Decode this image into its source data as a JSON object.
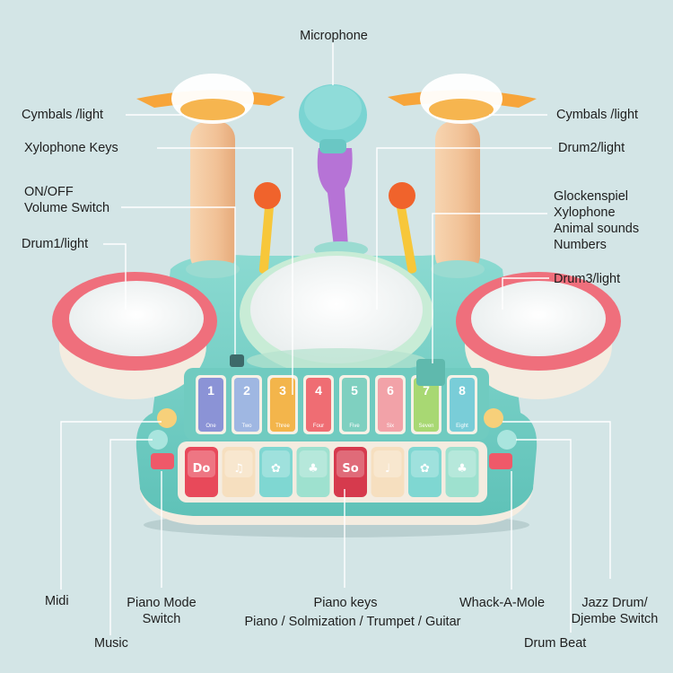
{
  "labels": {
    "microphone": "Microphone",
    "cymbals_left": "Cymbals /light",
    "cymbals_right": "Cymbals /light",
    "xylophone_keys": "Xylophone  Keys",
    "drum2": "Drum2/light",
    "on_off_1": "ON/OFF",
    "on_off_2": "Volume Switch",
    "glock_1": "Glockenspiel",
    "glock_2": "Xylophone",
    "glock_3": "Animal sounds",
    "glock_4": "Numbers",
    "drum1": "Drum1/light",
    "drum3": "Drum3/light",
    "midi": "Midi",
    "piano_mode_1": "Piano Mode",
    "piano_mode_2": "Switch",
    "music": "Music",
    "piano_keys": "Piano keys",
    "piano_modes": "Piano / Solmization / Trumpet / Guitar",
    "whack": "Whack-A-Mole",
    "jazz_1": "Jazz Drum/",
    "jazz_2": "Djembe Switch",
    "drum_beat": "Drum Beat"
  },
  "xylophone_bars": [
    {
      "num": "1",
      "word": "One",
      "color": "#8b93d6"
    },
    {
      "num": "2",
      "word": "Two",
      "color": "#9fb7e2"
    },
    {
      "num": "3",
      "word": "Three",
      "color": "#f3b54b"
    },
    {
      "num": "4",
      "word": "Four",
      "color": "#ef6d73"
    },
    {
      "num": "5",
      "word": "Five",
      "color": "#7fd0c0"
    },
    {
      "num": "6",
      "word": "Six",
      "color": "#f2a2a8"
    },
    {
      "num": "7",
      "word": "Seven",
      "color": "#a8d873"
    },
    {
      "num": "8",
      "word": "Eight",
      "color": "#79cdd8"
    }
  ],
  "piano_key_glyphs": [
    {
      "text": "Do",
      "color": "#e8495a"
    },
    {
      "text": "♫",
      "color": "#f6dfbf"
    },
    {
      "text": "✿",
      "color": "#7fd7d2"
    },
    {
      "text": "♣",
      "color": "#9ee1cf"
    },
    {
      "text": "So",
      "color": "#d63a4d"
    },
    {
      "text": "♩",
      "color": "#f6dfbf"
    },
    {
      "text": "✿",
      "color": "#7fd7d2"
    },
    {
      "text": "♣",
      "color": "#9ee1cf"
    }
  ],
  "colors": {
    "background": "#d3e5e6",
    "body_teal": "#7fd3c9",
    "drum_rim": "#ef6f7c",
    "cymbal": "#f7a53a",
    "stand": "#f2c59c"
  }
}
